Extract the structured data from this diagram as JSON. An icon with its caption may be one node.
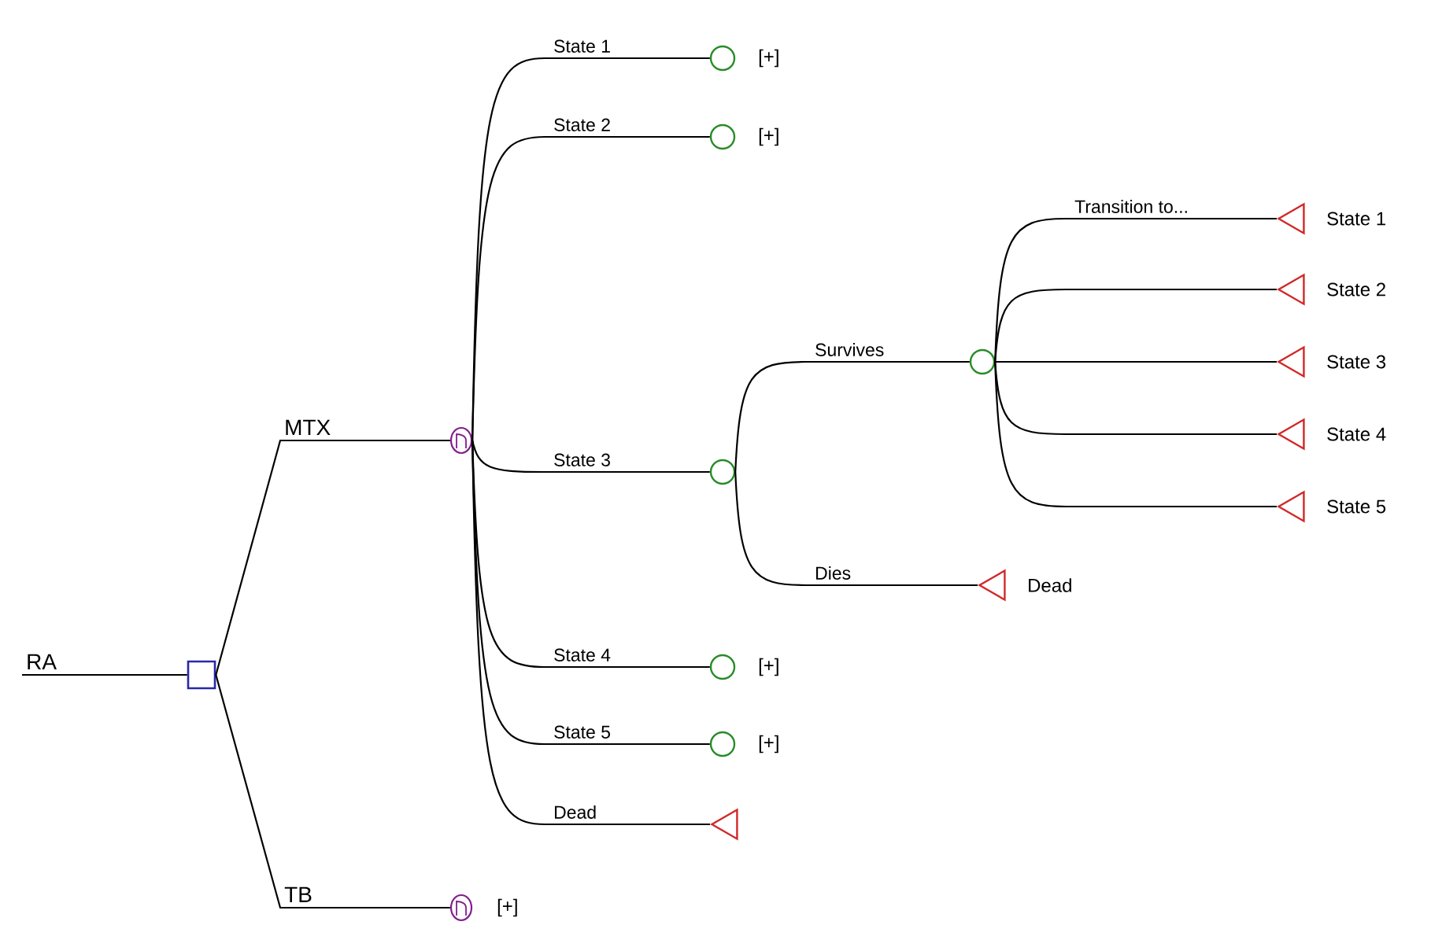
{
  "diagram": {
    "nodes": [
      {
        "text": [],
        "shape": "box"
      },
      {
        "text": [],
        "shape": "ellipse"
      },
      {
        "text": [],
        "shape": "ellipse",
        "beside": [
          "[+]"
        ]
      },
      {
        "text": [],
        "shape": "circle",
        "beside": [
          "[+]"
        ]
      },
      {
        "text": [],
        "shape": "circle",
        "beside": [
          "[+]"
        ]
      },
      {
        "text": [],
        "shape": "circle"
      },
      {
        "text": [],
        "shape": "circle",
        "beside": [
          "[+]"
        ]
      },
      {
        "text": [],
        "shape": "circle",
        "beside": [
          "[+]"
        ]
      },
      {
        "text": [],
        "shape": "triangle"
      },
      {
        "text": [],
        "shape": "circle"
      },
      {
        "text": [],
        "shape": "triangle",
        "beside": [
          "Dead"
        ]
      },
      {
        "text": [],
        "shape": "triangle",
        "beside": [
          "State 1"
        ]
      },
      {
        "text": [],
        "shape": "triangle",
        "beside": [
          "State 2"
        ]
      },
      {
        "text": [],
        "shape": "triangle",
        "beside": [
          "State 3"
        ]
      },
      {
        "text": [],
        "shape": "triangle",
        "beside": [
          "State 4"
        ]
      },
      {
        "text": [],
        "shape": "triangle",
        "beside": [
          "State 5"
        ]
      }
    ],
    "edges": [
      {
        "from": null,
        "to": 0,
        "arrow": "none",
        "label": "RA"
      },
      {
        "from": 0,
        "to": 1,
        "arrow": "none",
        "label": "MTX"
      },
      {
        "from": 0,
        "to": 2,
        "arrow": "none",
        "label": "TB"
      },
      {
        "from": 1,
        "to": 3,
        "arrow": "none",
        "label": "State 1"
      },
      {
        "from": 1,
        "to": 4,
        "arrow": "none",
        "label": "State 2"
      },
      {
        "from": 1,
        "to": 5,
        "arrow": "none",
        "label": "State 3"
      },
      {
        "from": 1,
        "to": 6,
        "arrow": "none",
        "label": "State 4"
      },
      {
        "from": 1,
        "to": 7,
        "arrow": "none",
        "label": "State 5"
      },
      {
        "from": 1,
        "to": 8,
        "arrow": "none",
        "label": "Dead"
      },
      {
        "from": 5,
        "to": 9,
        "arrow": "none",
        "label": "Survives"
      },
      {
        "from": 5,
        "to": 10,
        "arrow": "none",
        "label": "Dies"
      },
      {
        "from": 9,
        "to": 11,
        "arrow": "none",
        "label": "Transition to..."
      },
      {
        "from": 9,
        "to": 12,
        "arrow": "none"
      },
      {
        "from": 9,
        "to": 13,
        "arrow": "none"
      },
      {
        "from": 9,
        "to": 14,
        "arrow": "none"
      },
      {
        "from": 9,
        "to": 15,
        "arrow": "none"
      }
    ]
  }
}
